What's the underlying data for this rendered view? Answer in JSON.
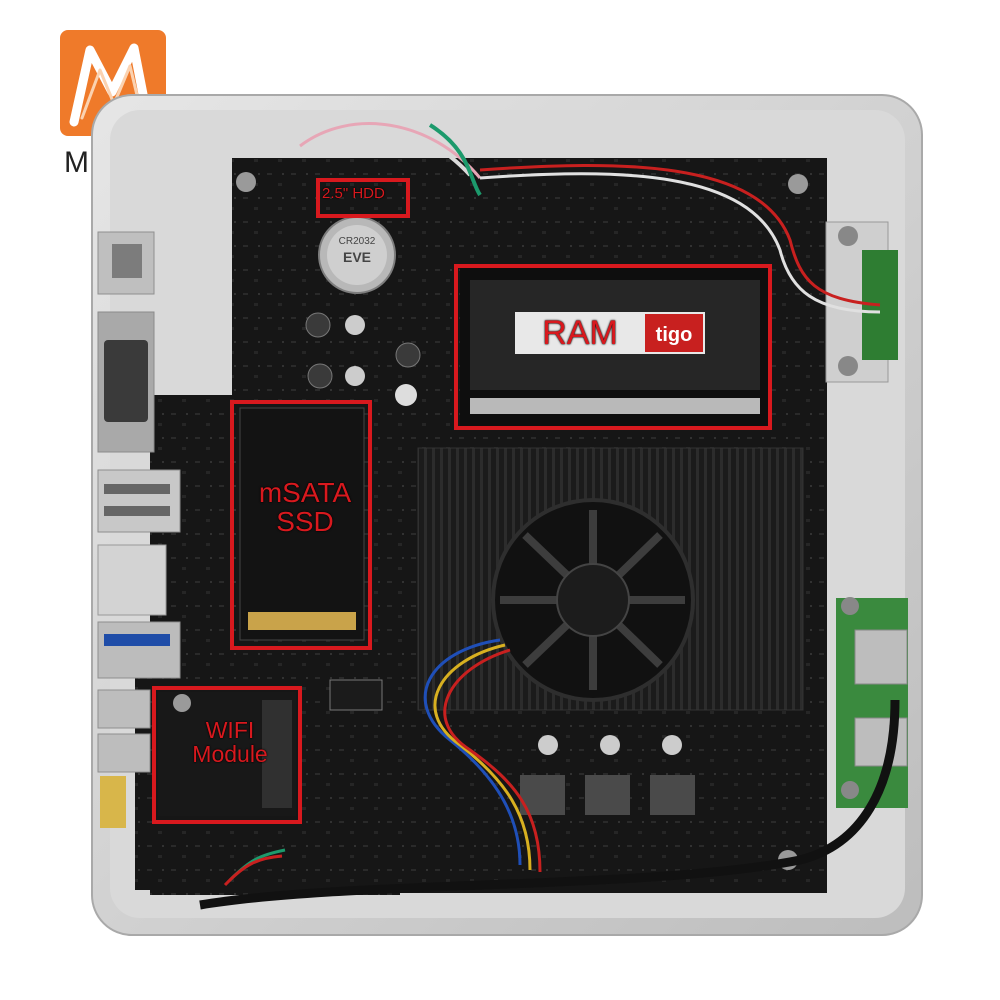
{
  "logo": {
    "text": "MOMO",
    "color": "#ef7a2a"
  },
  "annotations": {
    "hdd": "2.5\" HDD",
    "ram": "RAM",
    "msata_line1": "mSATA",
    "msata_line2": "SSD",
    "wifi_line1": "WIFI",
    "wifi_line2": "Module"
  },
  "module_brand": "tigo",
  "battery_text": "CR2032",
  "colors": {
    "annotation": "#d8191e",
    "board": "#141414",
    "chassis": "#c9c9c9"
  }
}
